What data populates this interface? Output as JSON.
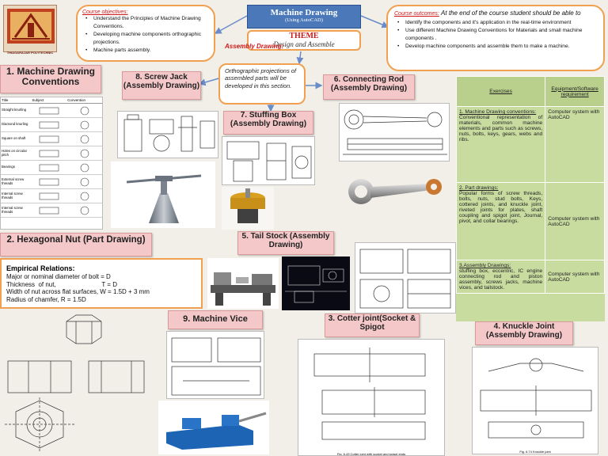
{
  "header": {
    "title": "Machine Drawing",
    "subtitle": "(Using AutoCAD)",
    "theme_label": "THEME",
    "theme_text": "Design and Assemble"
  },
  "logo": {
    "caption": "THIAGARAJAR POLYTECHNIC"
  },
  "objectives": {
    "label": "Course objectives:",
    "items": [
      "Understand the Principles of Machine Drawing Conventions.",
      "Developing machine components orthographic projections.",
      "Machine parts assembly."
    ]
  },
  "outcomes": {
    "label": "Course outcomes:",
    "intro": "At the end of the course student should be able to",
    "items": [
      "Identify the components and it's application in the real-time environment",
      "Use different Machine Drawing Conventions for Materials and small machine components .",
      "Develop machine components and assemble them to make a machine."
    ]
  },
  "assembly_note": {
    "heading": "Assembly Drawing:",
    "heading_overlap": "Design and",
    "body": "Orthographic projections of assembled parts will be developed in this section."
  },
  "sections": {
    "s1": "1. Machine Drawing Conventions",
    "s2": "2. Hexagonal Nut (Part Drawing)",
    "s3": "3. Cotter joint(Socket & Spigot",
    "s4": "4. Knuckle Joint (Assembly Drawing)",
    "s5": "5. Tail Stock (Assembly Drawing)",
    "s6": "6. Connecting Rod (Assembly Drawing)",
    "s7": "7. Stuffing Box (Assembly Drawing)",
    "s8": "8. Screw Jack (Assembly Drawing)",
    "s9": "9. Machine Vice"
  },
  "conventions_table": {
    "headers": [
      "Title",
      "Subject",
      "Convention"
    ],
    "rows": [
      "Straight knurling",
      "Diamond knurling",
      "Square on shaft",
      "Holes on circular pitch",
      "Bearings",
      "External screw threads",
      "Internal screw threads",
      "Internal screw threads"
    ]
  },
  "empirical": {
    "heading": "Empirical Relations:",
    "lines": [
      "Major or nominal diameter of bolt = D",
      "Thickness  of nut,                          T = D",
      "Width of nut across flat surfaces, W = 1.5D + 3 mm",
      "Radius of chamfer, R = 1.5D"
    ]
  },
  "exercise_table": {
    "col1": "Exercises",
    "col2": "Equipment/Software requirement",
    "rows": [
      {
        "title": "1. Machine Drawing conventions:",
        "body": "Conventional representation of materials, common machine elements and parts such as screws, nuts, bolts, keys, gears, webs and ribs.",
        "equip": "Computer system with AutoCAD"
      },
      {
        "title": "2. Part drawings:",
        "body": "Popular forms of screw threads, bolts, nuts, stud bolts, Keys, cottered joints, and knuckle joint, riveted joints for plates, shaft coupling and spigot joint, Journal, pivot, and collar bearings.",
        "equip": "Computer system with AutoCAD"
      },
      {
        "title": "3.Assembly Drawings:",
        "body": "stuffing box, eccentric, IC engine connecting rod and piston assembly, screws jacks, machine vices, and tailstock.",
        "equip": "Computer system with AutoCAD"
      }
    ]
  },
  "captions": {
    "cotter": "Fig. 6.43 Cotter joint with socket and spigot ends",
    "knuckle": "Fig. 6.74 Knuckle joint"
  },
  "colors": {
    "header_blue": "#4a78b8",
    "pink": "#f4c7c8",
    "orange": "#f0a050",
    "table_green": "#c8dca0",
    "accent_red": "#d01818"
  }
}
